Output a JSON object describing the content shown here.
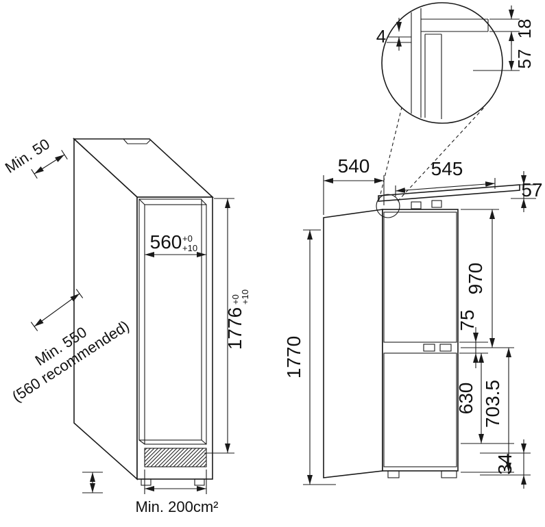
{
  "colors": {
    "ink": "#1a1a1a",
    "background": "#ffffff"
  },
  "left_view": {
    "min_gap": "Min. 50",
    "niche_width": "560",
    "tol_zero": "+0",
    "tol_ten": "+10",
    "niche_height": "1776",
    "depth_min": "Min. 550",
    "depth_note": "(560 recommended)",
    "vent_area": "Min. 200cm²"
  },
  "right_view": {
    "depth": "540",
    "panel_width": "545",
    "top_thickness": "57",
    "height": "1770",
    "upper_door": "970",
    "door_gap": "75",
    "lower_door": "630",
    "lower_section": "703.5",
    "plinth": "34"
  },
  "detail": {
    "gap": "4",
    "panel_thickness": "18",
    "overlap": "57"
  }
}
